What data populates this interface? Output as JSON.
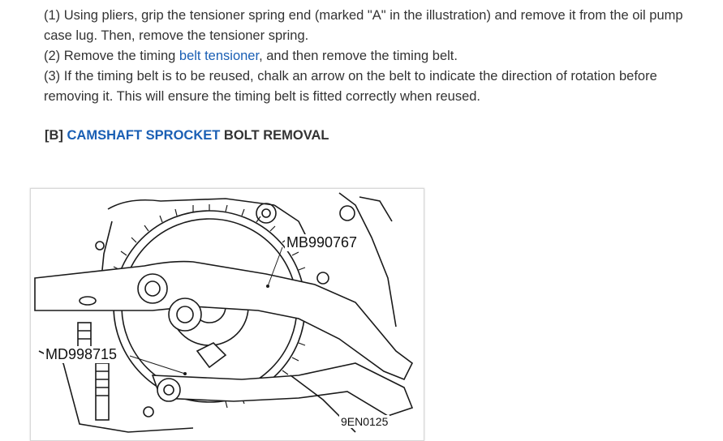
{
  "steps": {
    "step1": "(1) Using pliers, grip the tensioner spring end (marked \"A\" in the illustration) and remove it from the oil pump case lug. Then, remove the tensioner spring.",
    "step2_before": "(2) Remove the timing ",
    "step2_link": "belt tensioner",
    "step2_after": ", and then remove the timing belt.",
    "step3": "(3) If the timing belt is to be reused, chalk an arrow on the belt to indicate the direction of rotation before removing it. This will ensure the timing belt is fitted correctly when reused."
  },
  "section_heading": {
    "prefix": "[B] ",
    "link": "CAMSHAFT SPROCKET",
    "suffix": " BOLT REMOVAL"
  },
  "figure": {
    "label_tool1": "MB990767",
    "label_tool2": "MD998715",
    "figure_code": "9EN0125"
  },
  "colors": {
    "text": "#333333",
    "link": "#1a5fb4"
  }
}
